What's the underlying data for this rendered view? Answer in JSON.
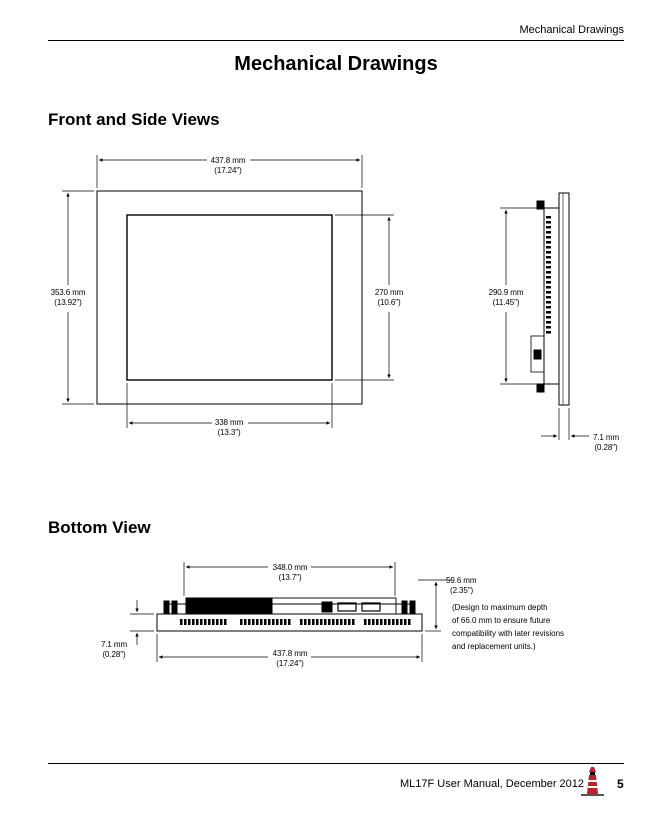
{
  "header": {
    "section_label": "Mechanical Drawings"
  },
  "page": {
    "title": "Mechanical Drawings"
  },
  "front_side": {
    "heading": "Front and Side Views",
    "width_top": [
      "437.8 mm",
      "(17.24\")"
    ],
    "height_left": [
      "353.6 mm",
      "(13.92\")"
    ],
    "screen_height": [
      "270 mm",
      "(10.6\")"
    ],
    "screen_width": [
      "338 mm",
      "(13.3\")"
    ],
    "side_height": [
      "290.9 mm",
      "(11.45\")"
    ],
    "side_depth": [
      "7.1 mm",
      "(0.28\")"
    ]
  },
  "bottom": {
    "heading": "Bottom View",
    "inner_width": [
      "348.0 mm",
      "(13.7\")"
    ],
    "overall_width": [
      "437.8 mm",
      "(17.24\")"
    ],
    "depth": [
      "59.6 mm",
      "(2.35\")"
    ],
    "bezel": [
      "7.1 mm",
      "(0.28\")"
    ],
    "note": [
      "(Design to maximum depth",
      "of 66.0 mm to ensure future",
      "compatibility with later revisions",
      "and replacement units.)"
    ]
  },
  "footer": {
    "manual": "ML17F User Manual, December 2012",
    "page_number": "5"
  }
}
